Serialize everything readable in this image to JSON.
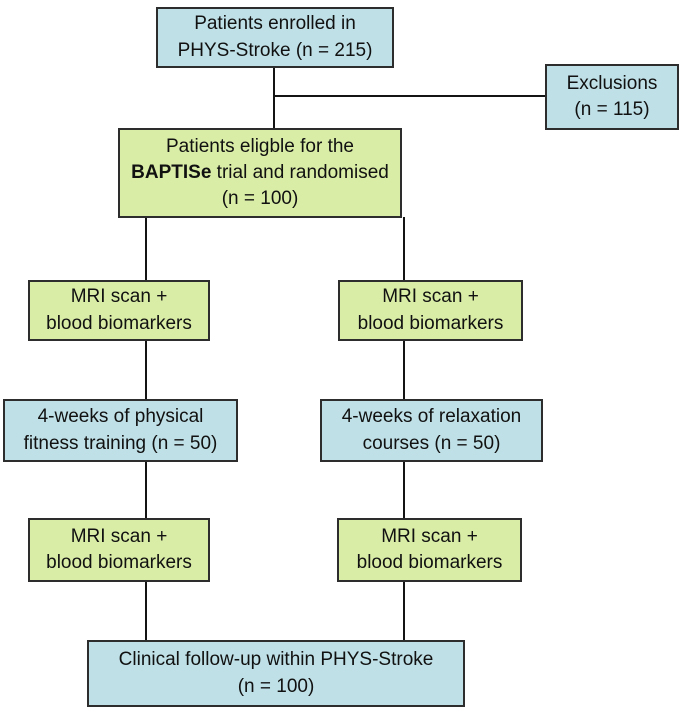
{
  "colors": {
    "box_blue": "#bfe0e6",
    "box_green": "#d9eda6",
    "border": "#2d2d2d",
    "line": "#141414",
    "text": "#111111"
  },
  "nodes": {
    "enrolled": {
      "line1": "Patients enrolled in",
      "line2": "PHYS-Stroke (n = 215)"
    },
    "exclusions": {
      "line1": "Exclusions",
      "line2": "(n = 115)"
    },
    "eligible": {
      "line1": "Patients eligble for the",
      "line2_bold": "BAPTISe",
      "line2_rest": " trial and randomised",
      "line3": "(n = 100)"
    },
    "mri_top_left": {
      "line1": "MRI scan +",
      "line2": "blood biomarkers"
    },
    "mri_top_right": {
      "line1": "MRI scan +",
      "line2": "blood biomarkers"
    },
    "fitness": {
      "line1": "4-weeks of physical",
      "line2": "fitness training (n = 50)"
    },
    "relaxation": {
      "line1": "4-weeks of relaxation",
      "line2": "courses (n = 50)"
    },
    "mri_bottom_left": {
      "line1": "MRI scan +",
      "line2": "blood biomarkers"
    },
    "mri_bottom_right": {
      "line1": "MRI scan +",
      "line2": "blood biomarkers"
    },
    "followup": {
      "line1": "Clinical follow-up within PHYS-Stroke",
      "line2": "(n = 100)"
    }
  }
}
